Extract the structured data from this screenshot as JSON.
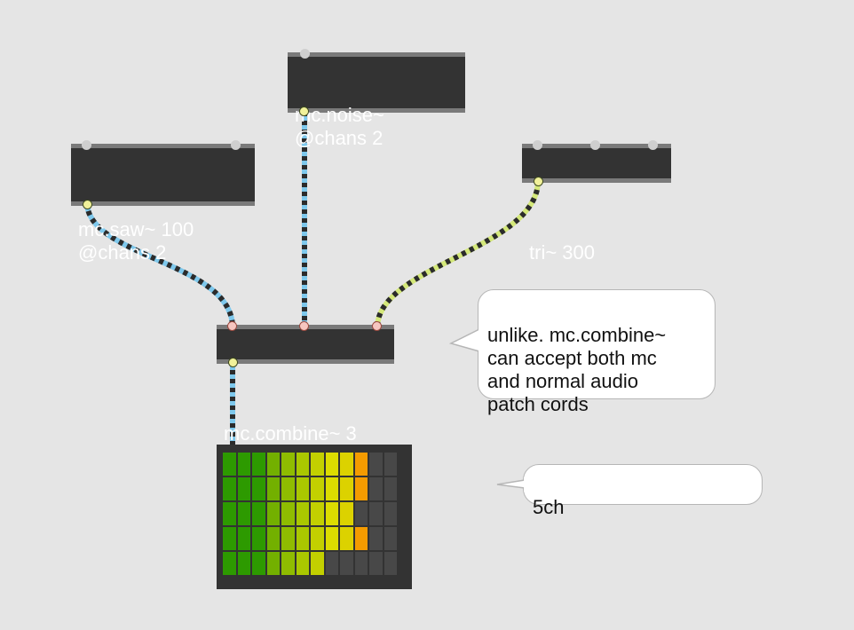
{
  "objects": {
    "saw": {
      "text": "mc.saw~ 100\n@chans 2"
    },
    "noise": {
      "text": "mc.noise~\n@chans 2"
    },
    "tri": {
      "text": "tri~ 300"
    },
    "combine": {
      "text": "mc.combine~ 3"
    }
  },
  "comments": {
    "unlike": {
      "text": "unlike. mc.combine~\ncan accept both mc\nand normal audio\npatch cords"
    },
    "channels": {
      "text": "5ch"
    }
  },
  "meter": {
    "channel_count": 5,
    "levels": [
      0.95,
      0.95,
      0.85,
      0.95,
      0.72
    ],
    "segment_colors": [
      "#2d9a00",
      "#2d9a00",
      "#2d9a00",
      "#73b000",
      "#8fbc00",
      "#aac700",
      "#c3d000",
      "#dcdc00",
      "#dcd200",
      "#f49b00",
      "#484848",
      "#484848"
    ],
    "off_color": "#484848"
  },
  "colors": {
    "mc_cord": "#7ec8ec",
    "audio_cord": "#d4e87a",
    "cord_stripe": "#2b2b2b",
    "object_bg": "#333333",
    "canvas_bg": "#e5e5e5"
  }
}
